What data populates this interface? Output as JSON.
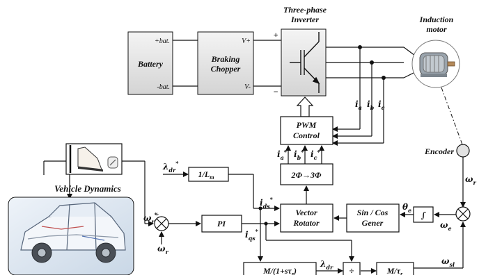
{
  "labels": {
    "inverter_title": "Three-phase",
    "inverter_title2": "Inverter",
    "motor_title": "Induction",
    "motor_title2": "motor",
    "battery": "Battery",
    "battery_plus": "+bat.",
    "battery_minus": "-bat.",
    "chopper_line1": "Braking",
    "chopper_line2": "Chopper",
    "chopper_vplus": "V+",
    "chopper_vminus": "V-",
    "plus_sign": "+",
    "minus_sign": "−",
    "pwm_line1": "PWM",
    "pwm_line2": "Control",
    "transform": "2Φ→3Φ",
    "vector_line1": "Vector",
    "vector_line2": "Rotator",
    "sincos_line1": "Sin / Cos",
    "sincos_line2": "Gener",
    "integrator": "∫",
    "pi": "PI",
    "inv_lm": "1/L",
    "inv_lm_sub": "m",
    "m_filter": "M/(1+sτ",
    "m_filter_sub": "r",
    "m_filter_close": ")",
    "m_tau": "M/τ",
    "m_tau_sub": "r",
    "divide": "÷",
    "encoder": "Encoder",
    "vehicle_dynamics": "Vehicle Dynamics",
    "ia": "i",
    "ib": "i",
    "ic": "i",
    "sub_a": "a",
    "sub_b": "b",
    "sub_c": "c",
    "star": "*",
    "lambda": "λ",
    "sub_dr": "dr",
    "omega": "ω",
    "sub_r": "r",
    "sub_e": "e",
    "sub_sl": "sl",
    "theta": "θ",
    "sub_ds": "ds",
    "sub_qs": "qs",
    "i_letter": "i"
  },
  "colors": {
    "block_fill": "#ffffff",
    "source_fill": "#e9e9e9",
    "line": "#111111",
    "car_bg": "#dfe9f3"
  }
}
